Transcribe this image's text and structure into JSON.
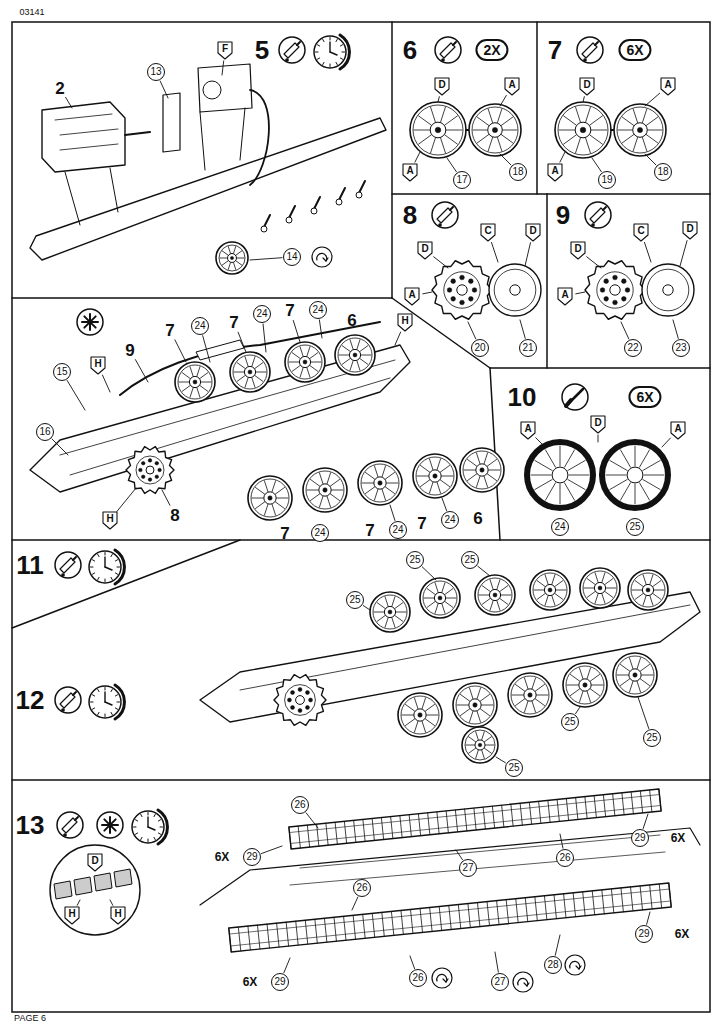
{
  "diagram": {
    "labels": [
      "03141",
      "5",
      "F",
      "2",
      "13",
      "14",
      "6",
      "2X",
      "D",
      "A",
      "A",
      "17",
      "18",
      "7",
      "6X",
      "D",
      "A",
      "A",
      "19",
      "18",
      "8",
      "D",
      "C",
      "D",
      "A",
      "20",
      "21",
      "9",
      "D",
      "C",
      "D",
      "A",
      "22",
      "23",
      "10",
      "6X",
      "A",
      "D",
      "A",
      "24",
      "25",
      "H",
      "9",
      "7",
      "24",
      "7",
      "24",
      "7",
      "24",
      "6",
      "H",
      "15",
      "16",
      "H",
      "7",
      "24",
      "7",
      "24",
      "7",
      "24",
      "6",
      "8",
      "11",
      "12",
      "25",
      "25",
      "25",
      "25",
      "25",
      "25",
      "13",
      "26",
      "29",
      "6X",
      "6X",
      "29",
      "27",
      "26",
      "26",
      "29",
      "6X",
      "6X",
      "29",
      "26",
      "27",
      "28",
      "D",
      "H",
      "H",
      "PAGE 6"
    ]
  }
}
